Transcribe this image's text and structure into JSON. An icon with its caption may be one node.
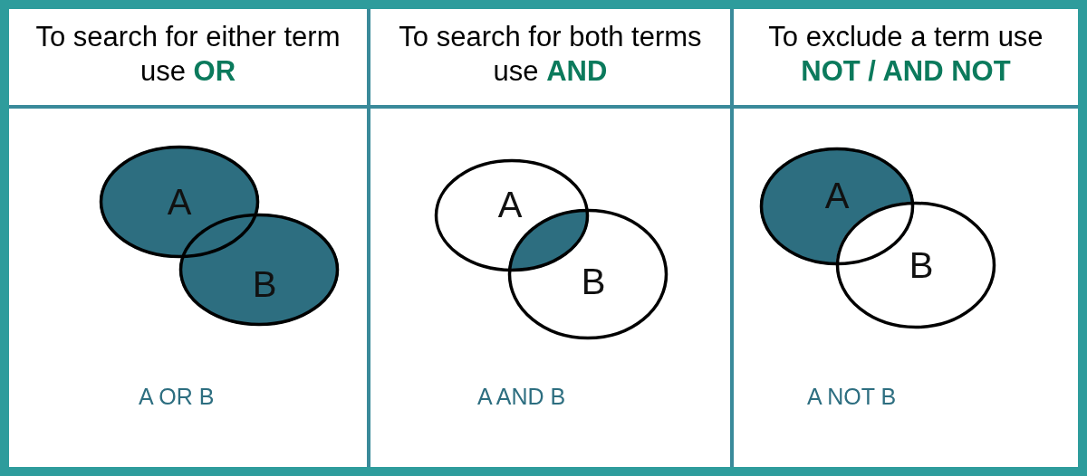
{
  "diagram": {
    "nodes": [
      {
        "text": [
          "To search for either term use **OR**",
          "A OR B"
        ]
      },
      {
        "text": [
          "A"
        ],
        "in": 0
      },
      {
        "text": [
          "B"
        ],
        "in": 0
      },
      {
        "text": [
          "To search for both terms use **AND**",
          "A AND B"
        ]
      },
      {
        "text": [
          "A"
        ],
        "in": 3
      },
      {
        "text": [
          "B"
        ],
        "in": 3
      },
      {
        "text": [
          "To exclude a term use **NOT / AND NOT**",
          "A NOT B"
        ]
      },
      {
        "text": [
          "A"
        ],
        "in": 6
      },
      {
        "text": [
          "B"
        ],
        "in": 6
      }
    ]
  }
}
